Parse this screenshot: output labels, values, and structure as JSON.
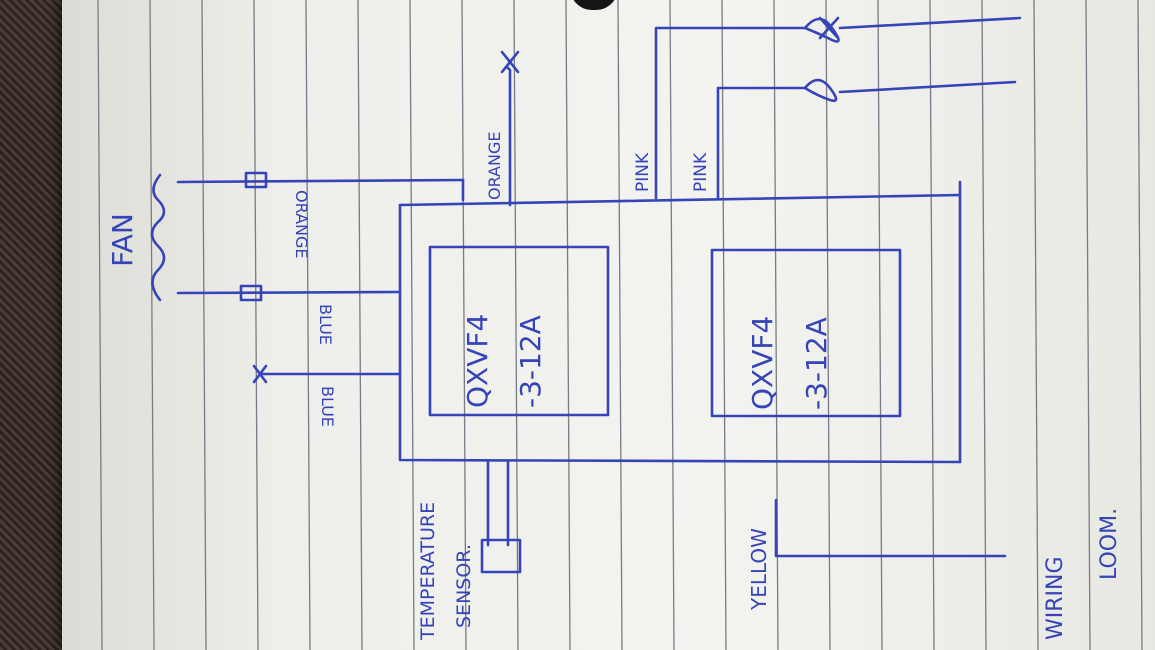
{
  "diagram": {
    "ink_color": "#3545b8",
    "rule_color": "#7a7a86",
    "labels": {
      "fan": "FAN",
      "orange_1": "ORANGE",
      "orange_2": "ORANGE",
      "blue_1": "BLUE",
      "blue_2": "BLUE",
      "pink_1": "PINK",
      "pink_2": "PINK",
      "module_1_line_1": "QXVF4",
      "module_1_line_2": "-3-12A",
      "module_2_line_1": "QXVF4",
      "module_2_line_2": "-3-12A",
      "temperature_sensor_line_1": "TEMPERATURE",
      "temperature_sensor_line_2": "SENSOR.",
      "yellow": "YELLOW",
      "wiring_loom_line_1": "WIRING",
      "wiring_loom_line_2": "LOOM."
    }
  }
}
